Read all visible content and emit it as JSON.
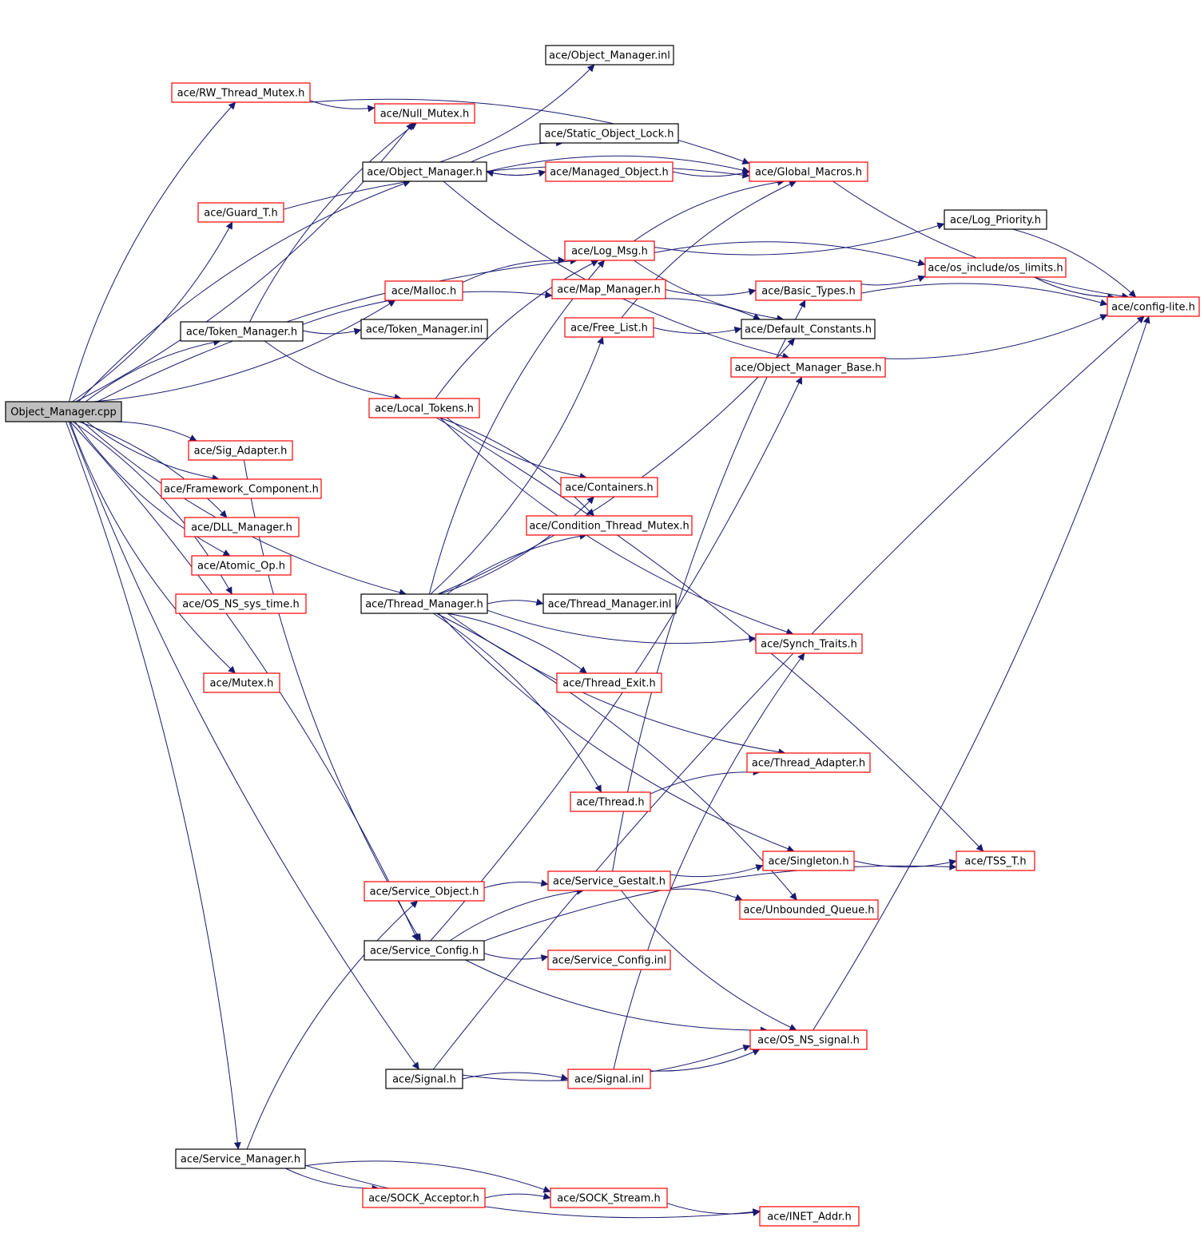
{
  "colors": {
    "edge": "#191970",
    "border_documented": "#000000",
    "border_undocumented": "#ff0000",
    "root_fill": "#bfbfbf"
  },
  "nodes": [
    {
      "id": "root",
      "label": "Object_Manager.cpp",
      "style": "root"
    },
    {
      "id": "rw_thread_mutex",
      "label": "ace/RW_Thread_Mutex.h",
      "style": "red"
    },
    {
      "id": "null_mutex",
      "label": "ace/Null_Mutex.h",
      "style": "red"
    },
    {
      "id": "object_manager_inl",
      "label": "ace/Object_Manager.inl",
      "style": "black"
    },
    {
      "id": "static_object_lock",
      "label": "ace/Static_Object_Lock.h",
      "style": "black"
    },
    {
      "id": "object_manager_h",
      "label": "ace/Object_Manager.h",
      "style": "black"
    },
    {
      "id": "managed_object",
      "label": "ace/Managed_Object.h",
      "style": "red"
    },
    {
      "id": "global_macros",
      "label": "ace/Global_Macros.h",
      "style": "red"
    },
    {
      "id": "guard_t",
      "label": "ace/Guard_T.h",
      "style": "red"
    },
    {
      "id": "log_priority",
      "label": "ace/Log_Priority.h",
      "style": "black"
    },
    {
      "id": "log_msg",
      "label": "ace/Log_Msg.h",
      "style": "red"
    },
    {
      "id": "os_limits",
      "label": "ace/os_include/os_limits.h",
      "style": "red"
    },
    {
      "id": "malloc",
      "label": "ace/Malloc.h",
      "style": "red"
    },
    {
      "id": "map_manager",
      "label": "ace/Map_Manager.h",
      "style": "red"
    },
    {
      "id": "basic_types",
      "label": "ace/Basic_Types.h",
      "style": "red"
    },
    {
      "id": "config_lite",
      "label": "ace/config-lite.h",
      "style": "red"
    },
    {
      "id": "token_manager_h",
      "label": "ace/Token_Manager.h",
      "style": "black"
    },
    {
      "id": "token_manager_inl",
      "label": "ace/Token_Manager.inl",
      "style": "black"
    },
    {
      "id": "free_list",
      "label": "ace/Free_List.h",
      "style": "red"
    },
    {
      "id": "default_constants",
      "label": "ace/Default_Constants.h",
      "style": "black"
    },
    {
      "id": "object_manager_base",
      "label": "ace/Object_Manager_Base.h",
      "style": "red"
    },
    {
      "id": "local_tokens",
      "label": "ace/Local_Tokens.h",
      "style": "red"
    },
    {
      "id": "sig_adapter",
      "label": "ace/Sig_Adapter.h",
      "style": "red"
    },
    {
      "id": "framework_component",
      "label": "ace/Framework_Component.h",
      "style": "red"
    },
    {
      "id": "containers",
      "label": "ace/Containers.h",
      "style": "red"
    },
    {
      "id": "dll_manager",
      "label": "ace/DLL_Manager.h",
      "style": "red"
    },
    {
      "id": "condition_thread_mutex",
      "label": "ace/Condition_Thread_Mutex.h",
      "style": "red"
    },
    {
      "id": "atomic_op",
      "label": "ace/Atomic_Op.h",
      "style": "red"
    },
    {
      "id": "os_ns_sys_time",
      "label": "ace/OS_NS_sys_time.h",
      "style": "red"
    },
    {
      "id": "thread_manager_h",
      "label": "ace/Thread_Manager.h",
      "style": "black"
    },
    {
      "id": "thread_manager_inl",
      "label": "ace/Thread_Manager.inl",
      "style": "black"
    },
    {
      "id": "synch_traits",
      "label": "ace/Synch_Traits.h",
      "style": "red"
    },
    {
      "id": "mutex",
      "label": "ace/Mutex.h",
      "style": "red"
    },
    {
      "id": "thread_exit",
      "label": "ace/Thread_Exit.h",
      "style": "red"
    },
    {
      "id": "thread_adapter",
      "label": "ace/Thread_Adapter.h",
      "style": "red"
    },
    {
      "id": "thread",
      "label": "ace/Thread.h",
      "style": "red"
    },
    {
      "id": "singleton",
      "label": "ace/Singleton.h",
      "style": "red"
    },
    {
      "id": "tss_t",
      "label": "ace/TSS_T.h",
      "style": "red"
    },
    {
      "id": "service_object",
      "label": "ace/Service_Object.h",
      "style": "red"
    },
    {
      "id": "service_gestalt",
      "label": "ace/Service_Gestalt.h",
      "style": "red"
    },
    {
      "id": "unbounded_queue",
      "label": "ace/Unbounded_Queue.h",
      "style": "red"
    },
    {
      "id": "service_config_h",
      "label": "ace/Service_Config.h",
      "style": "black"
    },
    {
      "id": "service_config_inl",
      "label": "ace/Service_Config.inl",
      "style": "red"
    },
    {
      "id": "os_ns_signal",
      "label": "ace/OS_NS_signal.h",
      "style": "red"
    },
    {
      "id": "signal_h",
      "label": "ace/Signal.h",
      "style": "black"
    },
    {
      "id": "signal_inl",
      "label": "ace/Signal.inl",
      "style": "red"
    },
    {
      "id": "service_manager",
      "label": "ace/Service_Manager.h",
      "style": "black"
    },
    {
      "id": "sock_acceptor",
      "label": "ace/SOCK_Acceptor.h",
      "style": "red"
    },
    {
      "id": "sock_stream",
      "label": "ace/SOCK_Stream.h",
      "style": "red"
    },
    {
      "id": "inet_addr",
      "label": "ace/INET_Addr.h",
      "style": "red"
    }
  ],
  "edges": [
    [
      "root",
      "rw_thread_mutex"
    ],
    [
      "root",
      "null_mutex"
    ],
    [
      "root",
      "object_manager_h"
    ],
    [
      "root",
      "guard_t"
    ],
    [
      "root",
      "log_msg"
    ],
    [
      "root",
      "malloc"
    ],
    [
      "root",
      "token_manager_h"
    ],
    [
      "root",
      "thread_manager_h"
    ],
    [
      "root",
      "sig_adapter"
    ],
    [
      "root",
      "framework_component"
    ],
    [
      "root",
      "dll_manager"
    ],
    [
      "root",
      "atomic_op"
    ],
    [
      "root",
      "os_ns_sys_time"
    ],
    [
      "root",
      "mutex"
    ],
    [
      "root",
      "service_config_h"
    ],
    [
      "root",
      "signal_h"
    ],
    [
      "root",
      "service_manager"
    ],
    [
      "rw_thread_mutex",
      "null_mutex"
    ],
    [
      "rw_thread_mutex",
      "global_macros"
    ],
    [
      "object_manager_h",
      "object_manager_inl"
    ],
    [
      "object_manager_h",
      "static_object_lock"
    ],
    [
      "object_manager_h",
      "managed_object"
    ],
    [
      "object_manager_h",
      "global_macros"
    ],
    [
      "object_manager_h",
      "object_manager_base"
    ],
    [
      "managed_object",
      "object_manager_h"
    ],
    [
      "managed_object",
      "global_macros"
    ],
    [
      "guard_t",
      "global_macros"
    ],
    [
      "global_macros",
      "config_lite"
    ],
    [
      "log_msg",
      "global_macros"
    ],
    [
      "log_msg",
      "log_priority"
    ],
    [
      "log_msg",
      "os_limits"
    ],
    [
      "log_msg",
      "default_constants"
    ],
    [
      "log_priority",
      "config_lite"
    ],
    [
      "os_limits",
      "config_lite"
    ],
    [
      "malloc",
      "log_msg"
    ],
    [
      "map_manager",
      "basic_types"
    ],
    [
      "map_manager",
      "default_constants"
    ],
    [
      "basic_types",
      "os_limits"
    ],
    [
      "basic_types",
      "config_lite"
    ],
    [
      "token_manager_h",
      "token_manager_inl"
    ],
    [
      "token_manager_h",
      "null_mutex"
    ],
    [
      "token_manager_h",
      "local_tokens"
    ],
    [
      "token_manager_h",
      "map_manager"
    ],
    [
      "free_list",
      "default_constants"
    ],
    [
      "free_list",
      "global_macros"
    ],
    [
      "object_manager_base",
      "config_lite"
    ],
    [
      "local_tokens",
      "log_msg"
    ],
    [
      "local_tokens",
      "containers"
    ],
    [
      "local_tokens",
      "condition_thread_mutex"
    ],
    [
      "local_tokens",
      "synch_traits"
    ],
    [
      "local_tokens",
      "tss_t"
    ],
    [
      "sig_adapter",
      "service_config_h"
    ],
    [
      "thread_manager_h",
      "thread_manager_inl"
    ],
    [
      "thread_manager_h",
      "synch_traits"
    ],
    [
      "thread_manager_h",
      "thread_exit"
    ],
    [
      "thread_manager_h",
      "thread_adapter"
    ],
    [
      "thread_manager_h",
      "thread"
    ],
    [
      "thread_manager_h",
      "singleton"
    ],
    [
      "thread_manager_h",
      "unbounded_queue"
    ],
    [
      "thread_manager_h",
      "containers"
    ],
    [
      "thread_manager_h",
      "condition_thread_mutex"
    ],
    [
      "thread_manager_h",
      "free_list"
    ],
    [
      "thread_manager_h",
      "log_msg"
    ],
    [
      "thread_manager_h",
      "default_constants"
    ],
    [
      "thread",
      "thread_adapter"
    ],
    [
      "singleton",
      "tss_t"
    ],
    [
      "service_object",
      "service_gestalt"
    ],
    [
      "service_gestalt",
      "singleton"
    ],
    [
      "service_gestalt",
      "unbounded_queue"
    ],
    [
      "service_gestalt",
      "os_ns_signal"
    ],
    [
      "service_gestalt",
      "basic_types"
    ],
    [
      "service_config_h",
      "service_config_inl"
    ],
    [
      "service_config_h",
      "service_gestalt"
    ],
    [
      "service_config_h",
      "os_ns_signal"
    ],
    [
      "service_config_h",
      "tss_t"
    ],
    [
      "service_config_h",
      "object_manager_base"
    ],
    [
      "signal_h",
      "signal_inl"
    ],
    [
      "signal_h",
      "os_ns_signal"
    ],
    [
      "signal_h",
      "config_lite"
    ],
    [
      "signal_inl",
      "os_ns_signal"
    ],
    [
      "signal_inl",
      "synch_traits"
    ],
    [
      "os_ns_signal",
      "config_lite"
    ],
    [
      "service_manager",
      "service_object"
    ],
    [
      "service_manager",
      "sock_acceptor"
    ],
    [
      "service_manager",
      "sock_stream"
    ],
    [
      "service_manager",
      "inet_addr"
    ],
    [
      "sock_acceptor",
      "sock_stream"
    ],
    [
      "sock_stream",
      "inet_addr"
    ]
  ]
}
